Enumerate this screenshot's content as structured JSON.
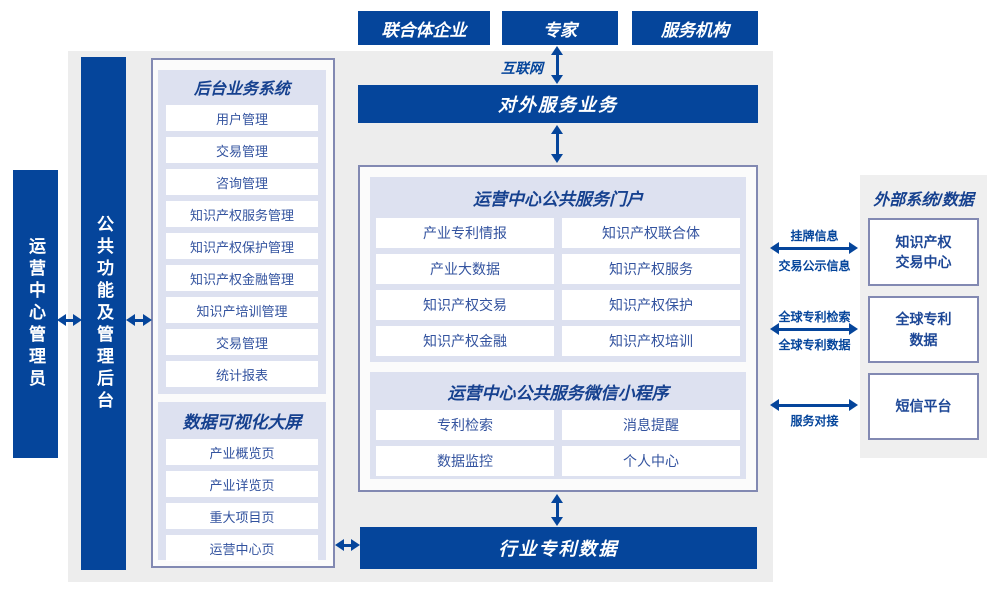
{
  "colors": {
    "primary_blue": "#05459b",
    "panel_lavender": "#dde1f0",
    "background_gray": "#ededed",
    "border_slate": "#8289b2",
    "title_navy": "#16418f",
    "item_text_blue": "#33539f"
  },
  "top_actors": [
    "联合体企业",
    "专家",
    "服务机构"
  ],
  "labels": {
    "internet": "互联网"
  },
  "bars": {
    "external_service": "对外服务业务",
    "industry_patent": "行业专利数据",
    "admin": "运营中心管理员",
    "public_backend": "公共功能及管理后台"
  },
  "backend_panel": {
    "title": "后台业务系统",
    "items": [
      "用户管理",
      "交易管理",
      "咨询管理",
      "知识产权服务管理",
      "知识产权保护管理",
      "知识产权金融管理",
      "知识产培训管理",
      "交易管理",
      "统计报表"
    ]
  },
  "viz_panel": {
    "title": "数据可视化大屏",
    "items": [
      "产业概览页",
      "产业详览页",
      "重大项目页",
      "运营中心页"
    ]
  },
  "portal_panel": {
    "title": "运营中心公共服务门户",
    "items": [
      "产业专利情报",
      "知识产权联合体",
      "产业大数据",
      "知识产权服务",
      "知识产权交易",
      "知识产权保护",
      "知识产权金融",
      "知识产权培训"
    ]
  },
  "miniapp_panel": {
    "title": "运营中心公共服务微信小程序",
    "items": [
      "专利检索",
      "消息提醒",
      "数据监控",
      "个人中心"
    ]
  },
  "external_panel": {
    "title": "外部系统/数据",
    "boxes": [
      {
        "lines": [
          "知识产权",
          "交易中心"
        ]
      },
      {
        "lines": [
          "全球专利",
          "数据"
        ]
      },
      {
        "lines": [
          "短信平台"
        ]
      }
    ]
  },
  "links": {
    "l1_top": "挂牌信息",
    "l1_bottom": "交易公示信息",
    "l2_top": "全球专利检索",
    "l2_bottom": "全球专利数据",
    "l3_bottom": "服务对接"
  }
}
